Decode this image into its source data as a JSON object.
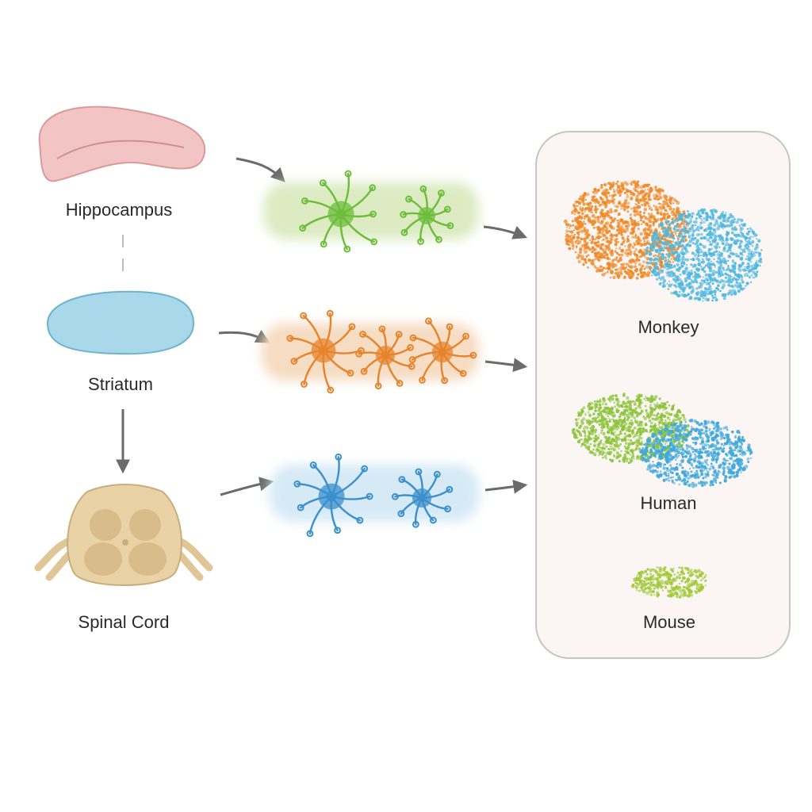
{
  "regions": [
    {
      "label": "Hippocampus",
      "icon": "hippocampus-icon",
      "color": "#f2c4c4"
    },
    {
      "label": "Striatum",
      "icon": "striatum-icon",
      "color": "#a8d8ea"
    },
    {
      "label": "Spinal Cord",
      "icon": "spinal-cord-icon",
      "color": "#e8d2a6"
    }
  ],
  "cell_rows": [
    {
      "name": "green-cells",
      "color": "#6cbd3a",
      "band": "#dcebc2",
      "count": 2
    },
    {
      "name": "orange-cells",
      "color": "#e6842c",
      "band": "#f6dcc2",
      "count": 3
    },
    {
      "name": "blue-cells",
      "color": "#3a8fcc",
      "band": "#d6eaf6",
      "count": 2
    }
  ],
  "species_panel": {
    "items": [
      {
        "label": "Monkey",
        "colors": [
          "#ef8a2a",
          "#4fb8e0"
        ]
      },
      {
        "label": "Human",
        "colors": [
          "#8cc43a",
          "#3fa8dc"
        ]
      },
      {
        "label": "Mouse",
        "colors": [
          "#a3c93a"
        ]
      }
    ]
  },
  "colors": {
    "arrow": "#6b6b6b",
    "panel_bg": "#fbf6f4",
    "panel_border": "#c8c4c2",
    "text": "#2a2a2a"
  }
}
